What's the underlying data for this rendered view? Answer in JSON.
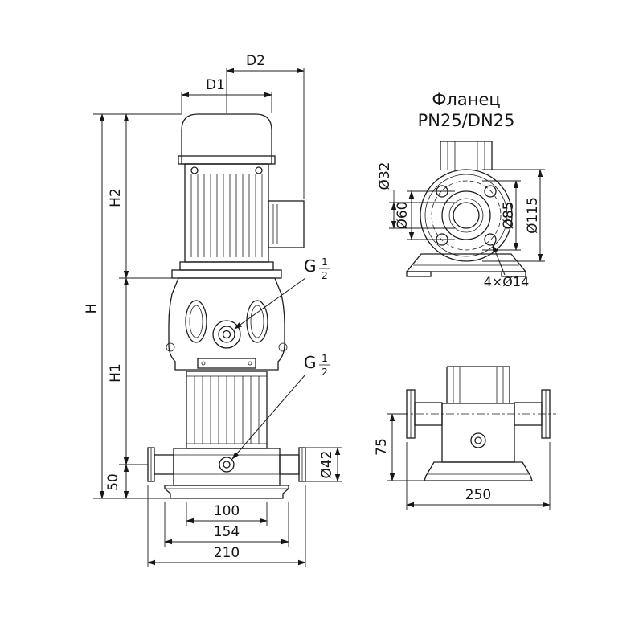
{
  "drawing": {
    "pump": {
      "dim_d2": "D2",
      "dim_d1": "D1",
      "dim_h": "H",
      "dim_h2": "H2",
      "dim_h1": "H1",
      "dim_50": "50",
      "dim_100": "100",
      "dim_154": "154",
      "dim_210": "210",
      "dim_dia42": "Ø42",
      "thread": {
        "letter": "G",
        "numerator": "1",
        "denominator": "2"
      }
    },
    "flange": {
      "title_line1": "Фланец",
      "title_line2": "PN25/DN25",
      "dim_dia32": "Ø32",
      "dim_dia60": "Ø60",
      "dim_dia85": "Ø85",
      "dim_dia115": "Ø115",
      "dim_bolt_holes": "4×Ø14"
    },
    "side": {
      "dim_75": "75",
      "dim_250": "250"
    }
  }
}
